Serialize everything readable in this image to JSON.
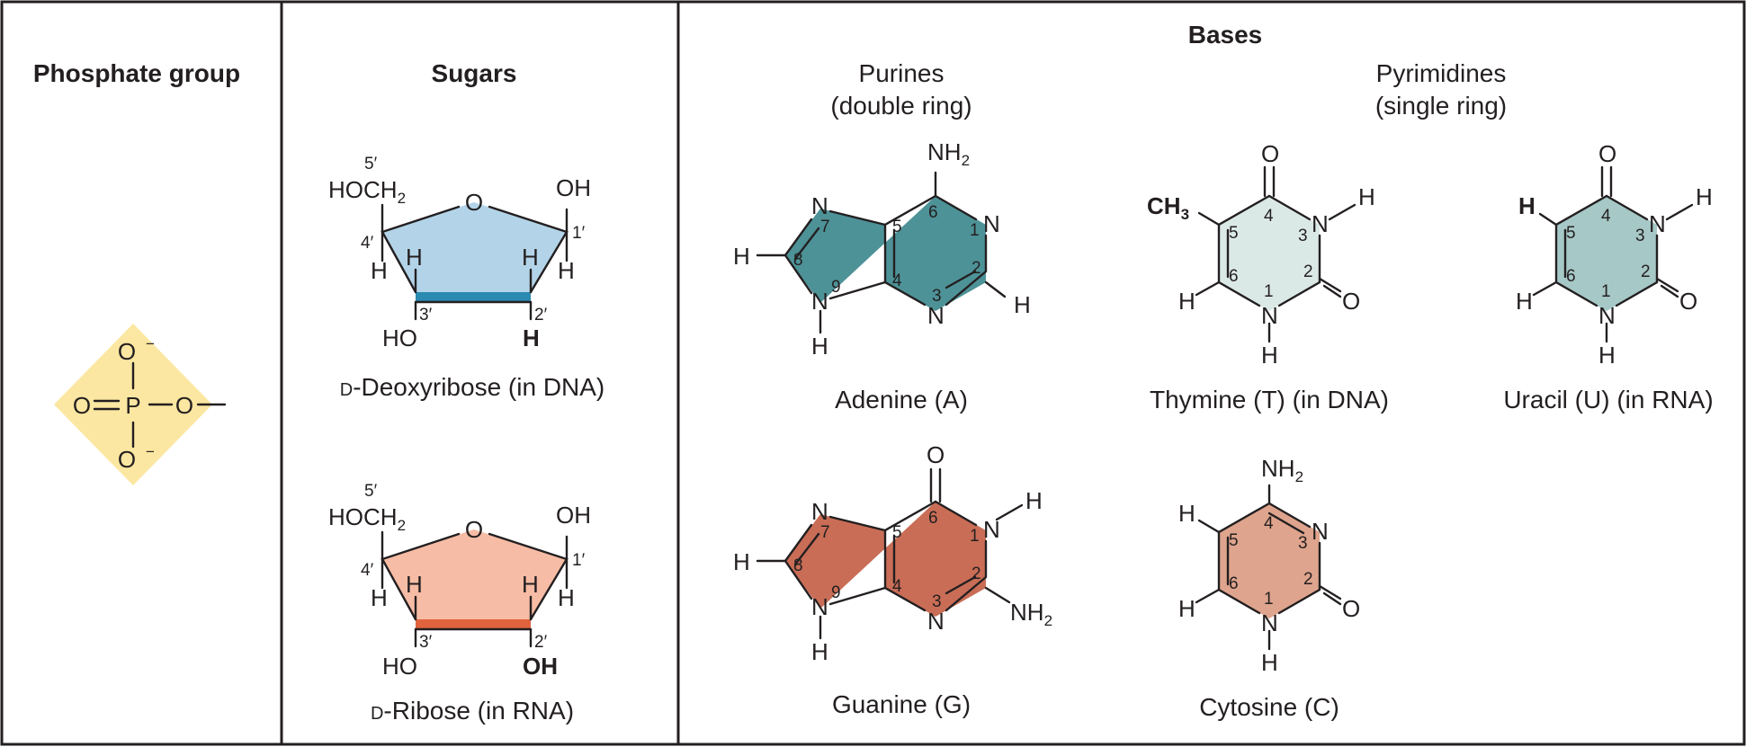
{
  "headers": {
    "phosphate": "Phosphate group",
    "sugars": "Sugars",
    "bases": "Bases"
  },
  "subheaders": {
    "purines_line1": "Purines",
    "purines_line2": "(double ring)",
    "pyrimidines_line1": "Pyrimidines",
    "pyrimidines_line2": "(single ring)"
  },
  "phosphate": {
    "atom_p": "P",
    "atom_o": "O",
    "charge": "−",
    "color": "#fbe7a1"
  },
  "sugars": {
    "deoxyribose": {
      "caption_prefix": "D",
      "caption": "-Deoxyribose (in DNA)",
      "c2_substituent": "H",
      "fill": "#b3d4e8",
      "edge": "#2a8ab0"
    },
    "ribose": {
      "caption_prefix": "D",
      "caption": "-Ribose (in RNA)",
      "c2_substituent": "OH",
      "fill": "#f7bca5",
      "edge": "#e0633e"
    },
    "labels": {
      "hoch2": "HOCH",
      "sub2": "2",
      "ring_o": "O",
      "oh": "OH",
      "ho": "HO",
      "h": "H",
      "pos1": "1′",
      "pos2": "2′",
      "pos3": "3′",
      "pos4": "4′",
      "pos5": "5′"
    }
  },
  "bases": {
    "adenine": {
      "caption": "Adenine (A)",
      "fill": "#4d9297"
    },
    "guanine": {
      "caption": "Guanine (G)",
      "fill": "#c96d56"
    },
    "thymine": {
      "caption": "Thymine (T) (in DNA)",
      "fill": "#dbe9e6",
      "c5_group": "CH",
      "c5_sub": "3"
    },
    "uracil": {
      "caption": "Uracil (U) (in RNA)",
      "fill": "#a6c8c6",
      "c5_group": "H"
    },
    "cytosine": {
      "caption": "Cytosine (C)",
      "fill": "#dea48d"
    },
    "atoms": {
      "n": "N",
      "h": "H",
      "o": "O",
      "nh": "NH",
      "sub2": "2"
    },
    "ring_numbers": [
      "1",
      "2",
      "3",
      "4",
      "5",
      "6",
      "7",
      "8",
      "9"
    ]
  }
}
